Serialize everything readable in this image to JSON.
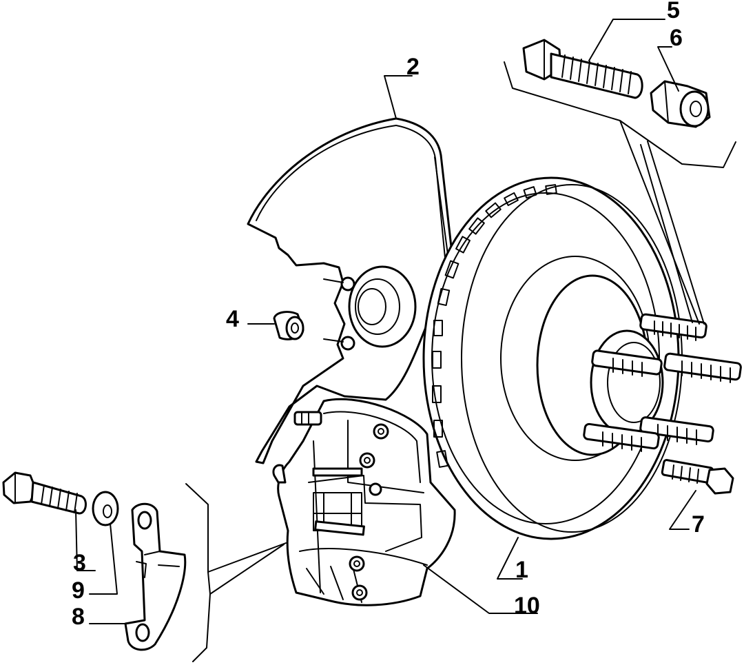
{
  "diagram": {
    "callouts": [
      {
        "id": "part-1",
        "number": "1"
      },
      {
        "id": "part-2",
        "number": "2"
      },
      {
        "id": "part-3",
        "number": "3"
      },
      {
        "id": "part-4",
        "number": "4"
      },
      {
        "id": "part-5",
        "number": "5"
      },
      {
        "id": "part-6",
        "number": "6"
      },
      {
        "id": "part-7",
        "number": "7"
      },
      {
        "id": "part-8",
        "number": "8"
      },
      {
        "id": "part-9",
        "number": "9"
      },
      {
        "id": "part-10",
        "number": "10"
      }
    ]
  },
  "colors": {
    "line": "#000000",
    "background": "#ffffff"
  }
}
